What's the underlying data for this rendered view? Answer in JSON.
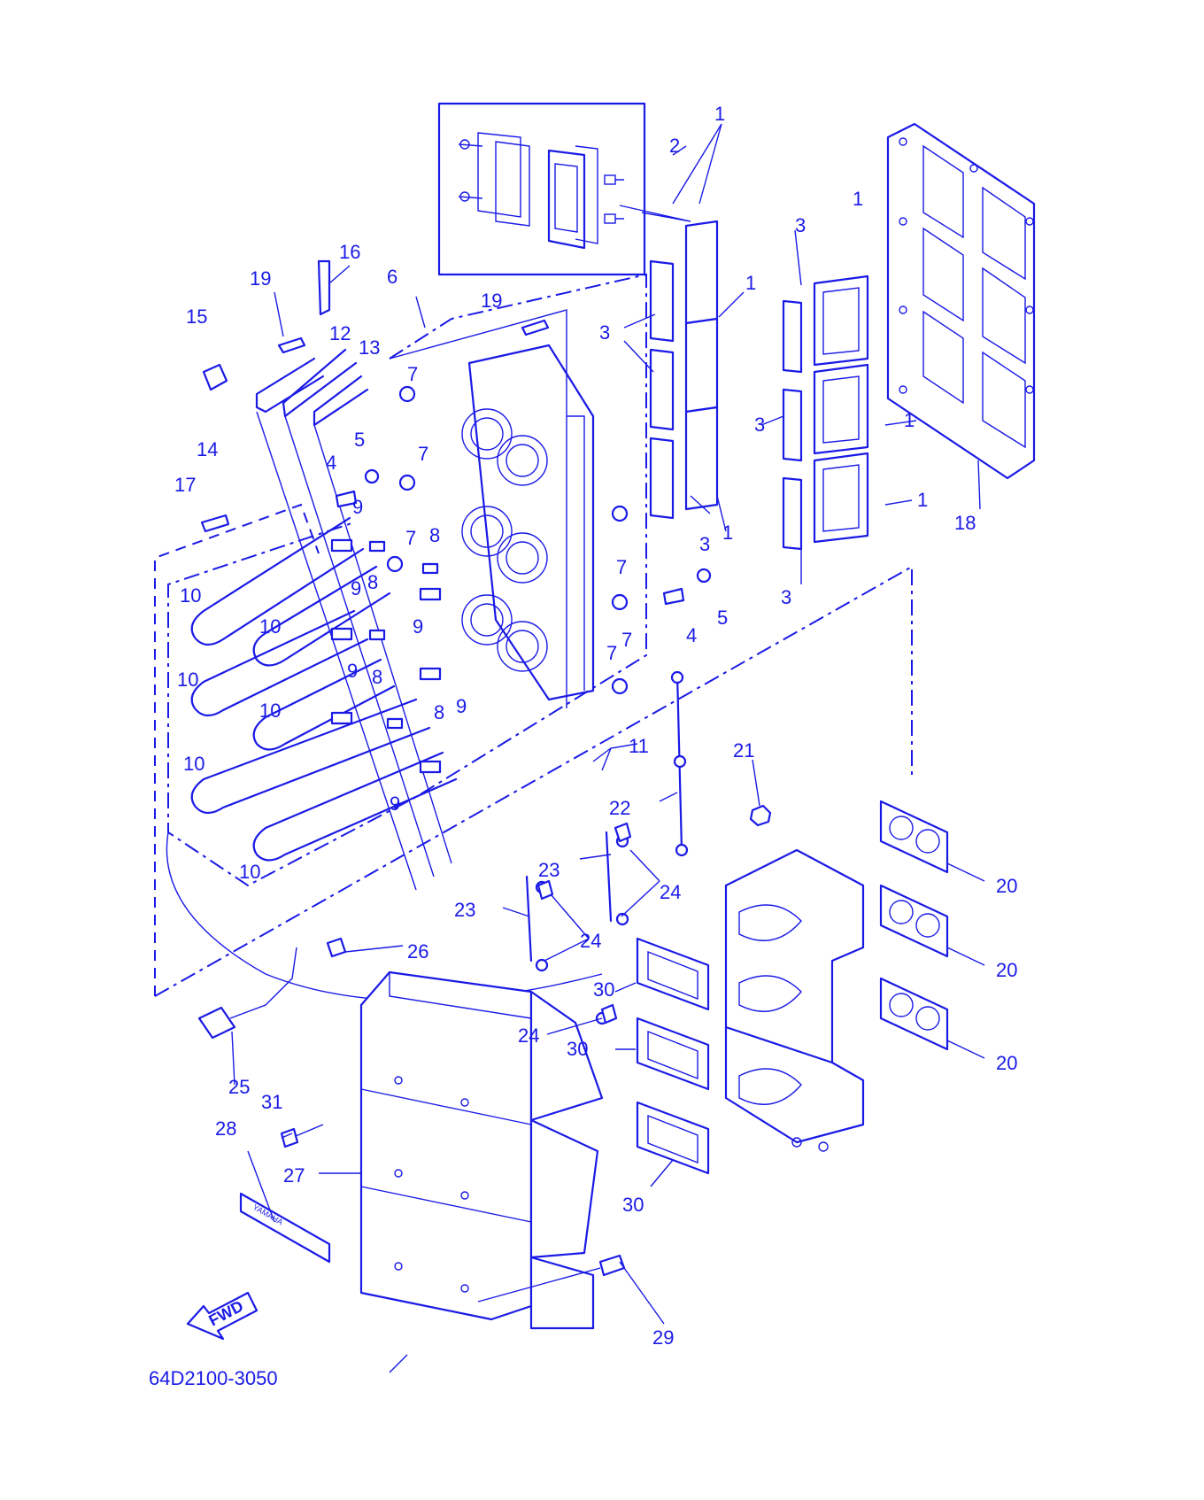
{
  "diagram": {
    "drawing_number": "64D2100-3050",
    "direction_marker": "FWD",
    "decal_text": "YAMAHA",
    "line_color": "#1a1ae6",
    "background_color": "#ffffff"
  },
  "callouts": {
    "c1a": "1",
    "c1b": "1",
    "c1c": "1",
    "c1d": "1",
    "c1e": "1",
    "c1f": "1",
    "c2": "2",
    "c3a": "3",
    "c3b": "3",
    "c3c": "3",
    "c3d": "3",
    "c3e": "3",
    "c4a": "4",
    "c4b": "4",
    "c5a": "5",
    "c5b": "5",
    "c6": "6",
    "c7a": "7",
    "c7b": "7",
    "c7c": "7",
    "c7d": "7",
    "c7e": "7",
    "c7f": "7",
    "c8a": "8",
    "c8b": "8",
    "c8c": "8",
    "c8d": "8",
    "c9a": "9",
    "c9b": "9",
    "c9c": "9",
    "c9d": "9",
    "c9e": "9",
    "c9f": "9",
    "c10a": "10",
    "c10b": "10",
    "c10c": "10",
    "c10d": "10",
    "c10e": "10",
    "c10f": "10",
    "c11": "11",
    "c12": "12",
    "c13": "13",
    "c14": "14",
    "c15": "15",
    "c16": "16",
    "c17": "17",
    "c18": "18",
    "c19a": "19",
    "c19b": "19",
    "c20a": "20",
    "c20b": "20",
    "c20c": "20",
    "c21": "21",
    "c22": "22",
    "c23a": "23",
    "c23b": "23",
    "c24a": "24",
    "c24b": "24",
    "c24c": "24",
    "c25": "25",
    "c26": "26",
    "c27": "27",
    "c28": "28",
    "c29": "29",
    "c30a": "30",
    "c30b": "30",
    "c30c": "30",
    "c31": "31"
  }
}
